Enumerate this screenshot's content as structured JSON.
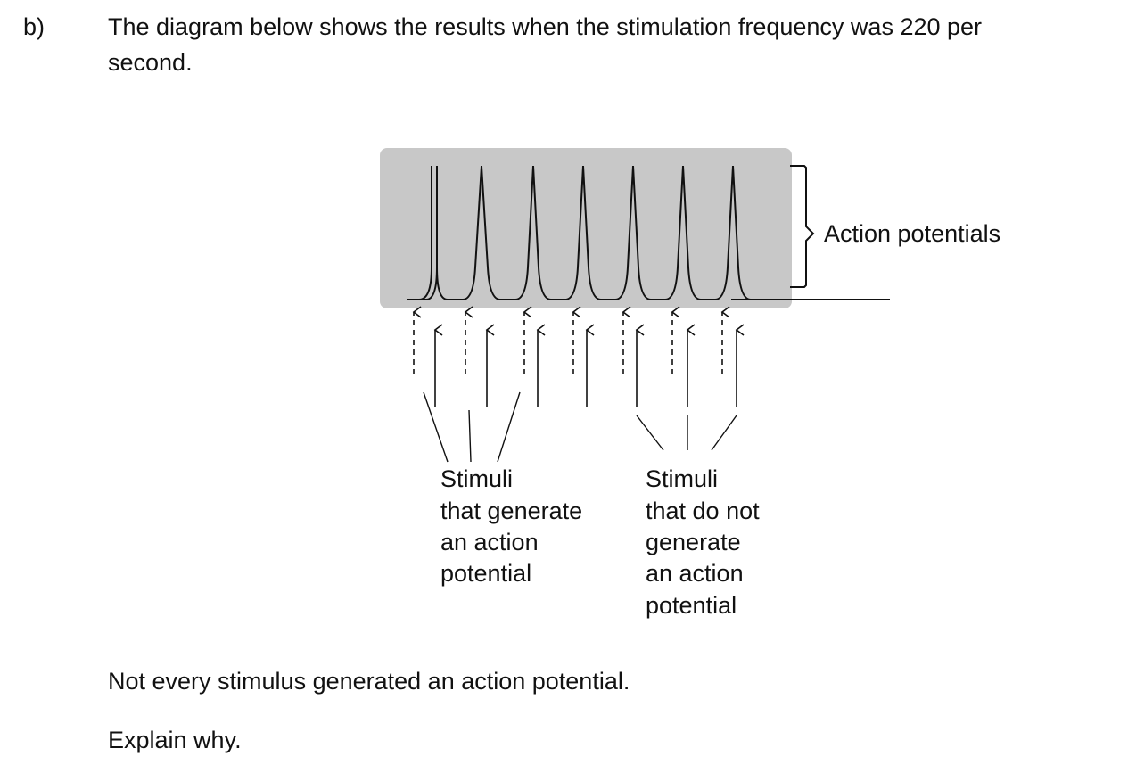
{
  "question": {
    "label": "b)",
    "intro_line1": "The diagram below shows the results when the stimulation frequency was 220 per",
    "intro_line2": "second.",
    "statement": "Not every stimulus generated an action potential.",
    "prompt": "Explain why."
  },
  "diagram": {
    "brace_label": "Action potentials",
    "left_label_lines": [
      "Stimuli",
      "that generate",
      "an action",
      "potential"
    ],
    "right_label_lines": [
      "Stimuli",
      "that do not",
      "generate",
      "an action",
      "potential"
    ]
  }
}
